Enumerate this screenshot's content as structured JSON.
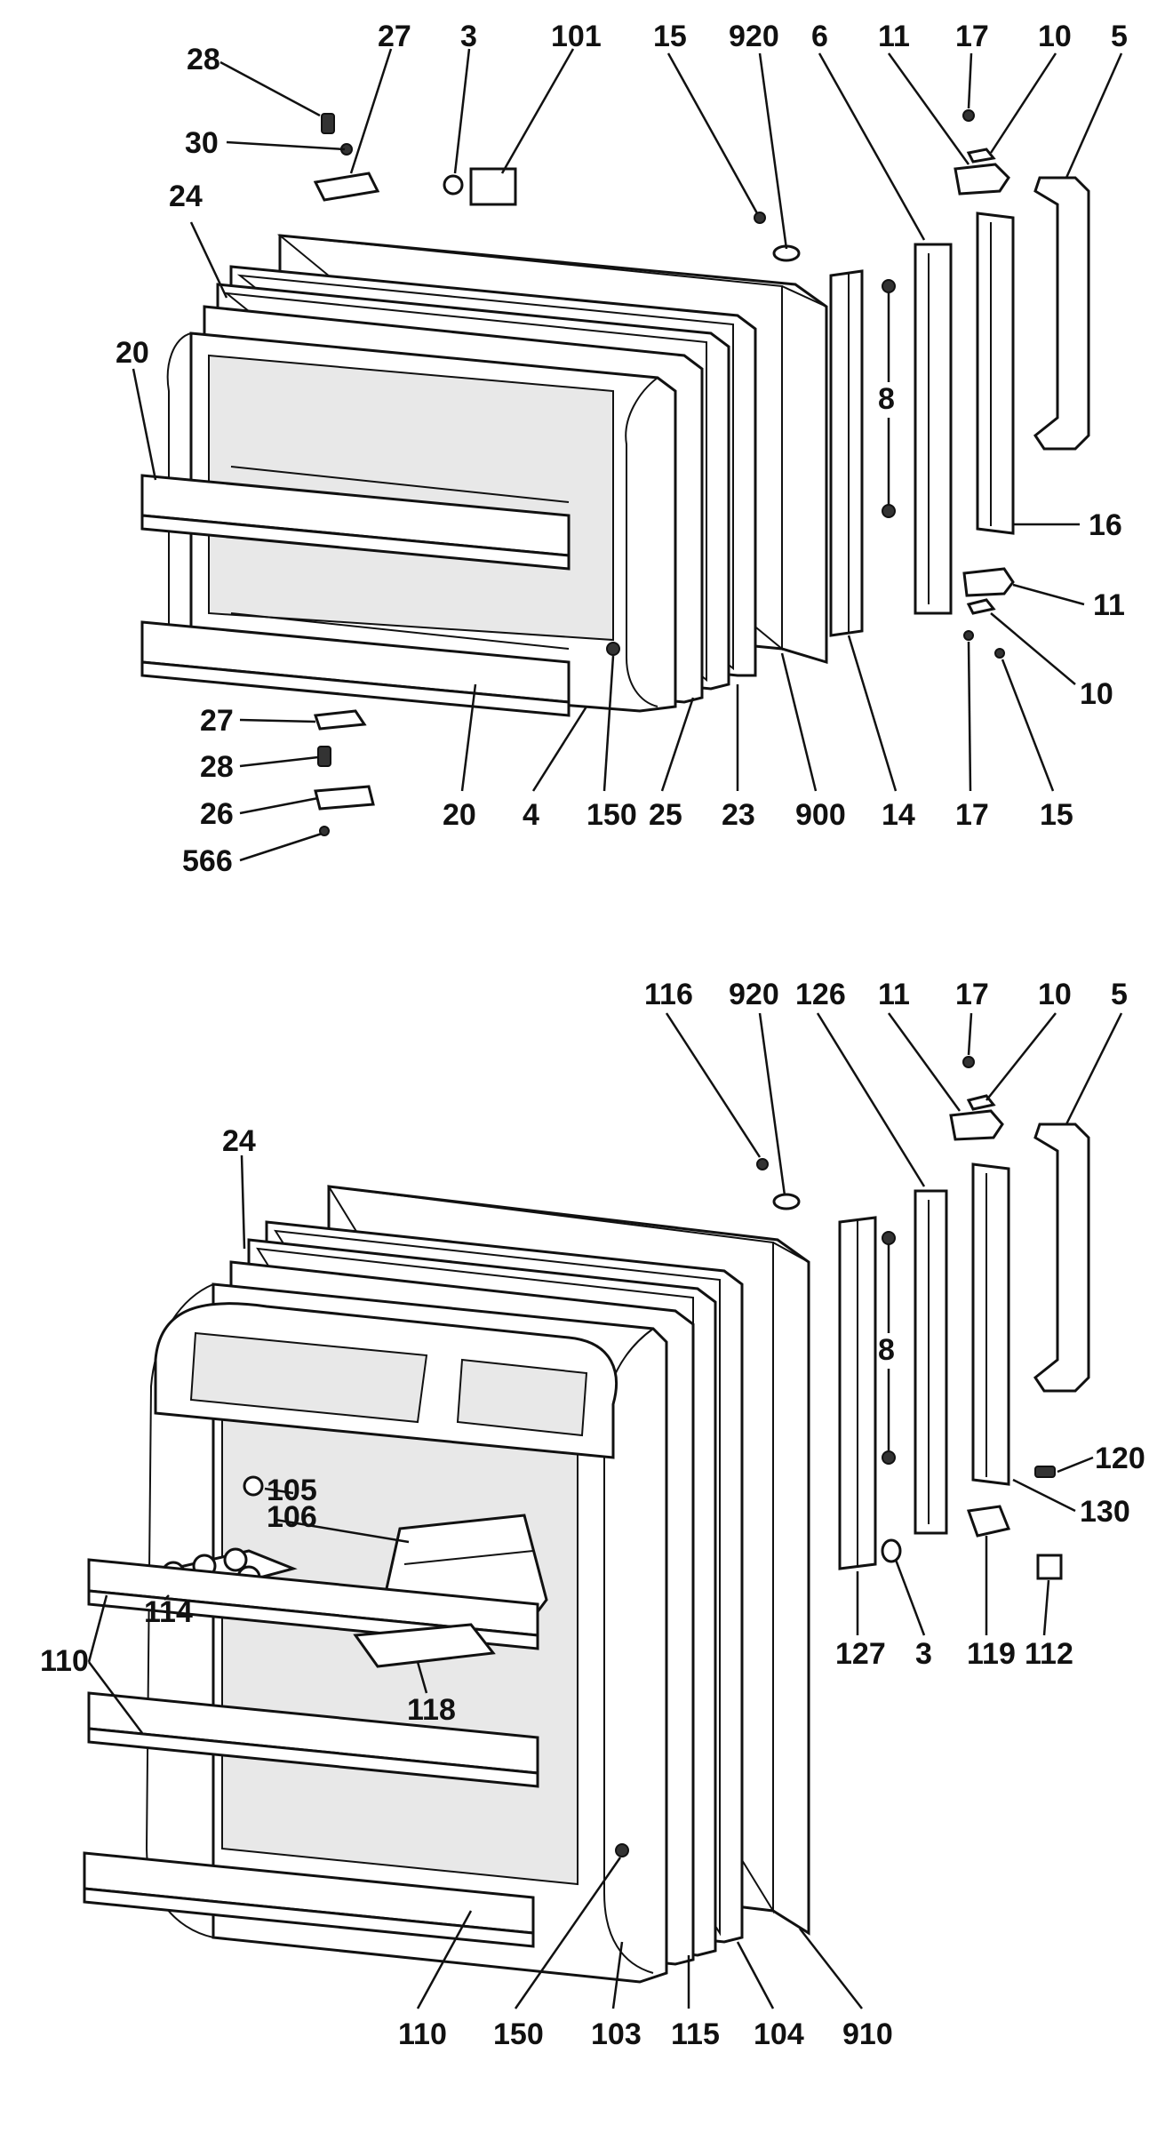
{
  "upper_assembly": {
    "labels": {
      "l28": "28",
      "l27": "27",
      "l3": "3",
      "l101": "101",
      "l15a": "15",
      "l920": "920",
      "l6": "6",
      "l11a": "11",
      "l17a": "17",
      "l10a": "10",
      "l5": "5",
      "l30": "30",
      "l24": "24",
      "l20a": "20",
      "l8": "8",
      "l16": "16",
      "l11b": "11",
      "l10b": "10",
      "l27b": "27",
      "l28b": "28",
      "l26": "26",
      "l566": "566",
      "l20b": "20",
      "l4": "4",
      "l150": "150",
      "l25": "25",
      "l23": "23",
      "l900": "900",
      "l14": "14",
      "l17b": "17",
      "l15b": "15"
    }
  },
  "lower_assembly": {
    "labels": {
      "l116": "116",
      "l920": "920",
      "l126": "126",
      "l11": "11",
      "l17": "17",
      "l10": "10",
      "l5": "5",
      "l24": "24",
      "l8": "8",
      "l105": "105",
      "l106": "106",
      "l120": "120",
      "l130": "130",
      "l114": "114",
      "l110a": "110",
      "l118": "118",
      "l127": "127",
      "l3": "3",
      "l119": "119",
      "l112": "112",
      "l110b": "110",
      "l150": "150",
      "l103": "103",
      "l115": "115",
      "l104": "104",
      "l910": "910"
    }
  }
}
